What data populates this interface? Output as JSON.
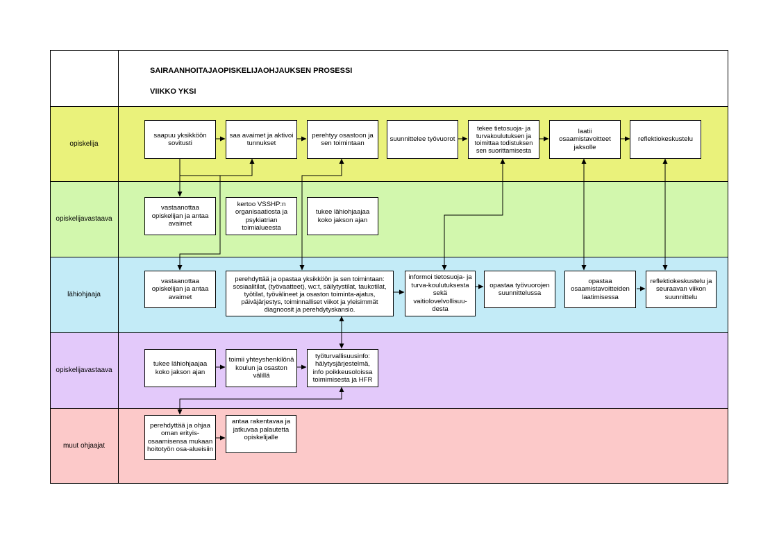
{
  "header": {
    "title": "SAIRAANHOITAJAOPISKELIJAOHJAUKSEN PROSESSI",
    "subtitle": "VIIKKO YKSI"
  },
  "lanes": [
    {
      "label": "opiskelija",
      "color": "#eaf27b"
    },
    {
      "label": "opiskelijavastaava",
      "color": "#d2f7ad"
    },
    {
      "label": "lähiohjaaja",
      "color": "#c3ebf7"
    },
    {
      "label": "opiskelijavastaava",
      "color": "#e3c9fa"
    },
    {
      "label": "muut ohjaajat",
      "color": "#fcc9c9"
    }
  ],
  "boxes": {
    "o1": "saapuu yksikköön sovitusti",
    "o2": "saa avaimet ja aktivoi tunnukset",
    "o3": "perehtyy osastoon ja sen toimintaan",
    "o4": "suunnittelee työvuorot",
    "o5": "tekee tietosuoja- ja turvakoulutuksen ja toimittaa todistuksen sen suorittamisesta",
    "o6": "laatii osaamistavoitteet jaksolle",
    "o7": "reflektiokeskustelu",
    "v1": "vastaanottaa opiskelijan ja antaa avaimet",
    "v2": "kertoo VSSHP:n organisaatiosta ja psykiatrian toimialueesta",
    "v3": "tukee lähiohjaajaa koko jakson ajan",
    "l1": "vastaanottaa opiskelijan ja antaa avaimet",
    "l2": "perehdyttää ja opastaa yksikköön ja sen toimintaan: sosiaalitilat, (työvaatteet), wc:t, säilytystilat, taukotilat, työtilat, työvälineet ja osaston toiminta-ajatus, päiväjärjestys, toiminnalliset viikot ja yleisimmät diagnoosit ja perehdytyskansio.",
    "l3": "informoi tietosuoja- ja turva-koulutuksesta sekä vaitiolovelvollisuu-desta",
    "l4": "opastaa työvuorojen suunnittelussa",
    "l5": "opastaa osaamistavoitteiden laatimisessa",
    "l6": "reflektiokeskustelu ja seuraavan viikon suunnittelu",
    "p1": "tukee lähiohjaajaa koko jakson ajan",
    "p2": "toimii yhteyshenkilönä koulun ja osaston välillä",
    "p3": "työturvallisuusinfo: hälytysjärjestelmä, info poikkeusoloissa toimimisesta ja HFR",
    "m1": "perehdyttää ja ohjaa oman erityis-osaamisensa mukaan hoitotyön osa-alueisiin",
    "m2": "antaa rakentavaa ja jatkuvaa palautetta opiskelijalle"
  },
  "icons": {
    "scissors": "scissors-icon"
  },
  "colors": {
    "line": "#000000",
    "box_fill": "#ffffff"
  }
}
